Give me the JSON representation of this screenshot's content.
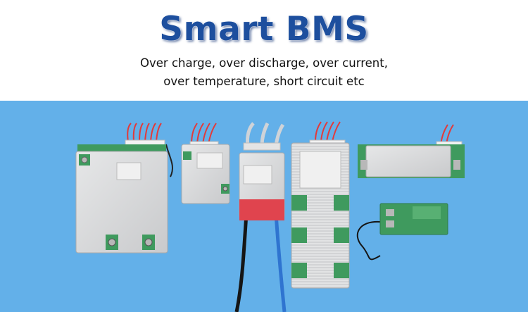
{
  "header": {
    "title": "Smart BMS",
    "subtitle_line1": "Over charge, over discharge, over current,",
    "subtitle_line2": "over temperature, short circuit etc"
  },
  "colors": {
    "title": "#1d4f9e",
    "photo_background": "#63b0e9",
    "board_silver": "#d9dadb",
    "board_green": "#3f9a5e"
  }
}
